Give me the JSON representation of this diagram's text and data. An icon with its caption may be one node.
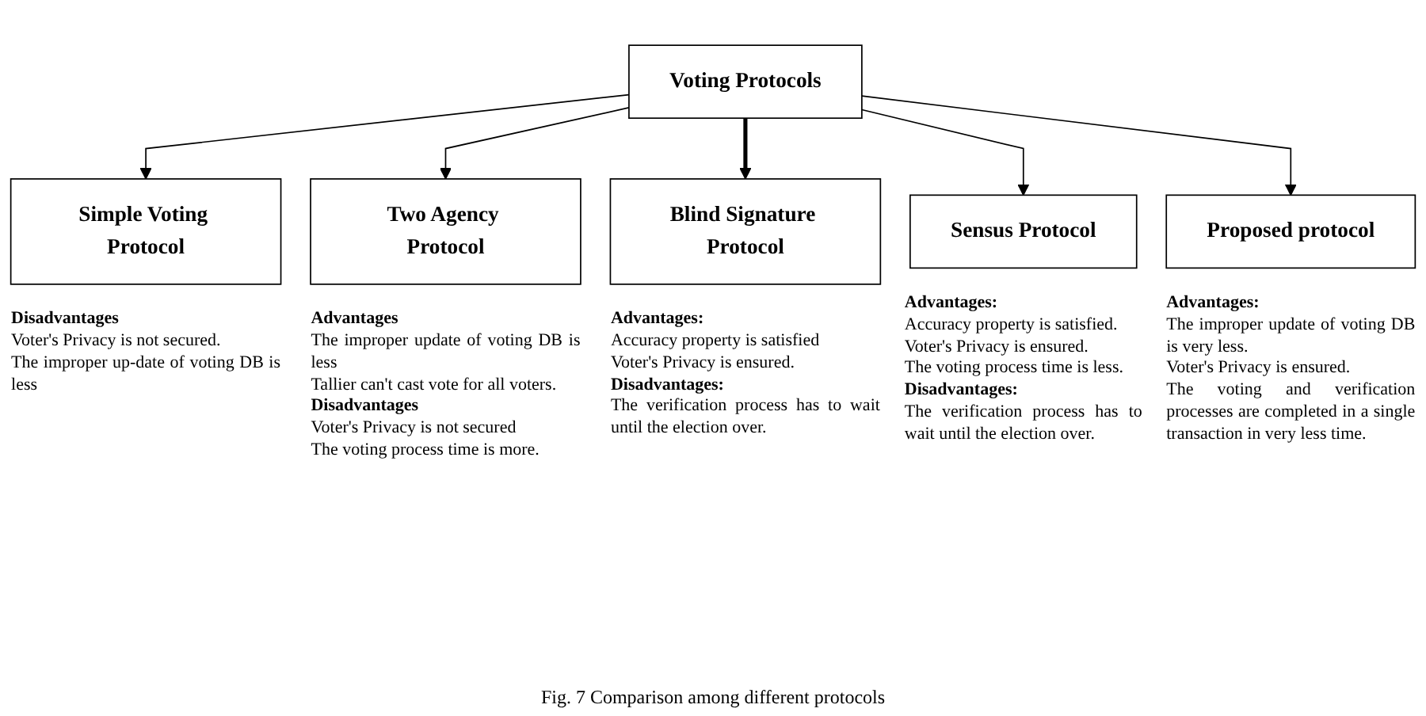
{
  "diagram": {
    "caption": "Fig. 7 Comparison among different protocols",
    "nodes": [
      {
        "text": [
          "Voting Protocols"
        ]
      },
      {
        "text": [
          "Simple Voting Protocol"
        ],
        "beside": [
          "Disadvantages",
          "Voter's Privacy is not secured.",
          "The improper up-date of voting DB is less"
        ]
      },
      {
        "text": [
          "Two Agency Protocol"
        ],
        "beside": [
          "Advantages",
          "The improper update of voting DB is less",
          "Tallier can't cast vote for all voters.",
          "Disadvantages",
          "Voter's Privacy is not secured",
          "The voting process time is more."
        ]
      },
      {
        "text": [
          "Blind Signature Protocol"
        ],
        "beside": [
          "Advantages:",
          "Accuracy property is satisfied",
          "Voter's Privacy is ensured.",
          "Disadvantages:",
          "The verification process has to wait until the election over."
        ]
      },
      {
        "text": [
          "Sensus Protocol"
        ],
        "beside": [
          "Advantages:",
          "Accuracy property is satisfied.",
          "Voter's Privacy is ensured.",
          "The voting process time is less.",
          "Disadvantages:",
          "The verification process has to wait until the election over."
        ]
      },
      {
        "text": [
          "Proposed protocol"
        ],
        "beside": [
          "Advantages:",
          "The improper update of voting DB is very less.",
          "Voter's Privacy is ensured.",
          "The voting and verification processes are completed in a single transaction in very less time."
        ]
      }
    ],
    "edges": [
      {
        "from": 0,
        "to": 1,
        "arrow": "to"
      },
      {
        "from": 0,
        "to": 2,
        "arrow": "to"
      },
      {
        "from": 0,
        "to": 3,
        "arrow": "to",
        "style": "thick"
      },
      {
        "from": 0,
        "to": 4,
        "arrow": "to"
      },
      {
        "from": 0,
        "to": 5,
        "arrow": "to"
      }
    ]
  }
}
